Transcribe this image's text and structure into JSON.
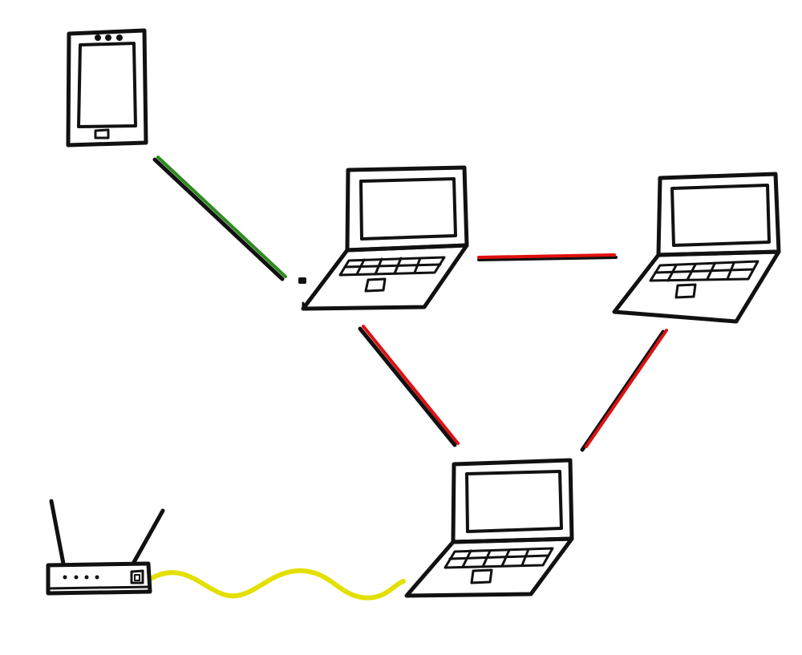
{
  "diagram": {
    "nodes": [
      {
        "id": "phone",
        "kind": "smartphone",
        "icon": "smartphone-icon"
      },
      {
        "id": "laptop-a",
        "kind": "laptop",
        "icon": "laptop-icon"
      },
      {
        "id": "laptop-b",
        "kind": "laptop",
        "icon": "laptop-icon"
      },
      {
        "id": "laptop-c",
        "kind": "laptop",
        "icon": "laptop-icon"
      },
      {
        "id": "router",
        "kind": "wireless-router",
        "icon": "router-icon"
      }
    ],
    "links": [
      {
        "from": "phone",
        "to": "laptop-a",
        "style": "straight",
        "color": "#2e8b1f"
      },
      {
        "from": "laptop-a",
        "to": "laptop-b",
        "style": "straight",
        "color": "#e01010"
      },
      {
        "from": "laptop-a",
        "to": "laptop-c",
        "style": "straight",
        "color": "#e01010"
      },
      {
        "from": "laptop-b",
        "to": "laptop-c",
        "style": "straight",
        "color": "#e01010"
      },
      {
        "from": "router",
        "to": "laptop-c",
        "style": "cable",
        "color": "#e3e000"
      }
    ]
  }
}
